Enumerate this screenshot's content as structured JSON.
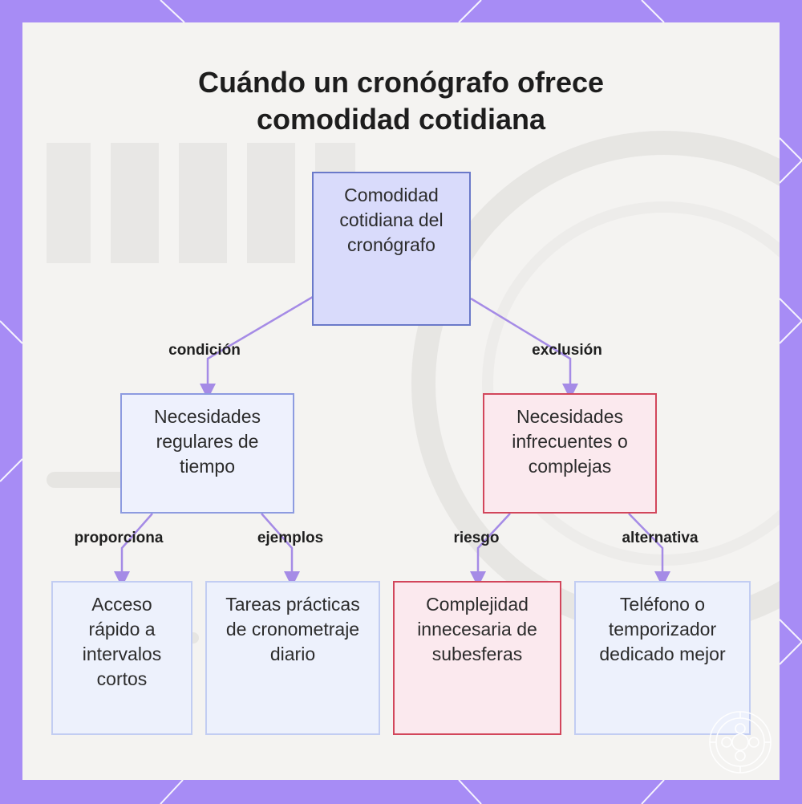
{
  "title": {
    "line1": "Cuándo un cronógrafo ofrece",
    "line2": "comodidad cotidiana"
  },
  "nodes": {
    "root": "Comodidad cotidiana del cronógrafo",
    "regular": "Necesidades regulares de tiempo",
    "infrequent": "Necesidades infrecuentes o complejas",
    "quick_access": "Acceso rápido a intervalos cortos",
    "daily_tasks": "Tareas prácticas de cronometraje diario",
    "complexity": "Complejidad innecesaria de subesferas",
    "phone": "Teléfono o temporizador dedicado mejor"
  },
  "edges": {
    "condition": "condición",
    "exclusion": "exclusión",
    "provides": "proporciona",
    "examples": "ejemplos",
    "risk": "riesgo",
    "alternative": "alternativa"
  },
  "colors": {
    "frame": "#a78cf5",
    "connector": "#a58be6",
    "root_fill": "#d9dbfb",
    "blue_border": "#8d9be0",
    "red_border": "#d2465b",
    "red_fill": "#fbe9ee"
  },
  "icons": {
    "background": "watermark-graphics-icon",
    "seal": "watch-seal-icon"
  }
}
